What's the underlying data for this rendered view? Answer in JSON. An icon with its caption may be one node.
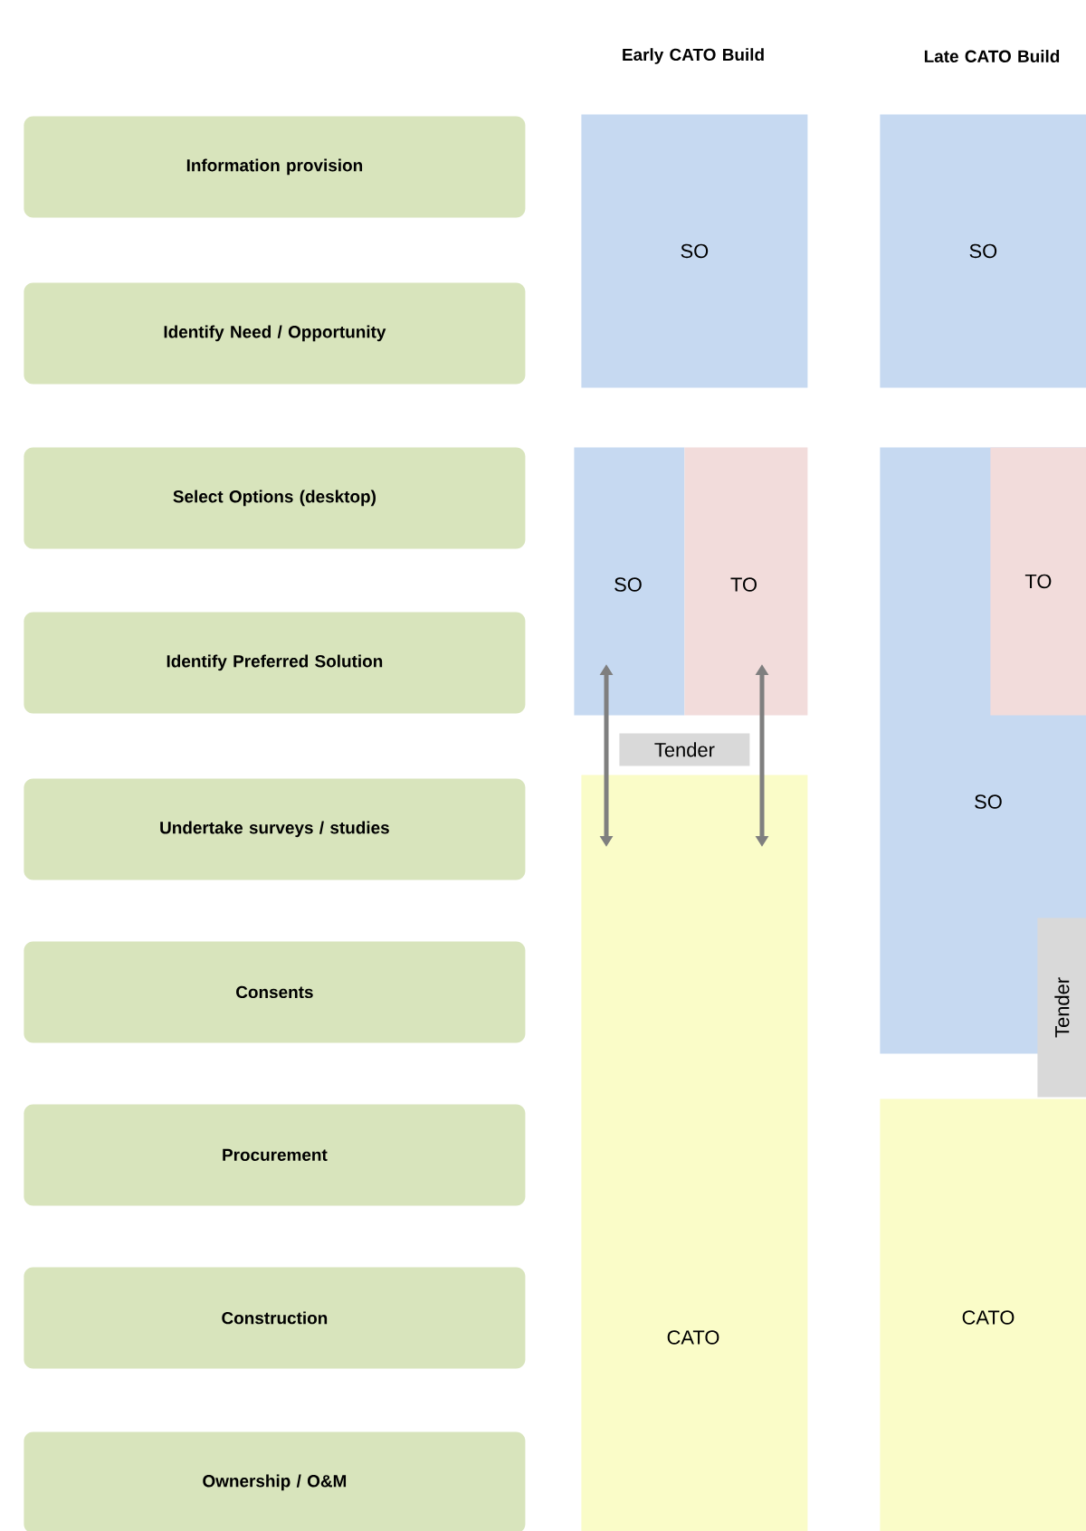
{
  "diagram": {
    "nodes": [
      {
        "text": [
          "Information provision"
        ]
      },
      {
        "text": [
          "Identify Need / Opportunity"
        ]
      },
      {
        "text": [
          "Select Options (desktop)"
        ]
      },
      {
        "text": [
          "Identify Preferred Solution"
        ]
      },
      {
        "text": [
          "Undertake surveys / studies"
        ]
      },
      {
        "text": [
          "Consents"
        ]
      },
      {
        "text": [
          "Procurement"
        ]
      },
      {
        "text": [
          "Construction"
        ]
      },
      {
        "text": [
          "Ownership / O&M"
        ]
      },
      {
        "text": [
          "SO"
        ]
      },
      {
        "text": [
          "SO"
        ]
      },
      {
        "text": [
          "SO"
        ]
      },
      {
        "text": [
          "TO"
        ]
      },
      {
        "text": [
          "Tender"
        ]
      },
      {
        "text": [
          "CATO"
        ]
      },
      {
        "text": [
          "SO"
        ]
      },
      {
        "text": [
          "TO"
        ],
        "in": 15
      },
      {
        "text": [
          "Tender"
        ]
      },
      {
        "text": [
          "CATO"
        ]
      }
    ],
    "edges": [
      {
        "from": 11,
        "to": 14,
        "arrow": "both"
      },
      {
        "from": 12,
        "to": 14,
        "arrow": "both"
      }
    ],
    "labels": [
      "Early CATO Build",
      "Late CATO Build"
    ]
  }
}
